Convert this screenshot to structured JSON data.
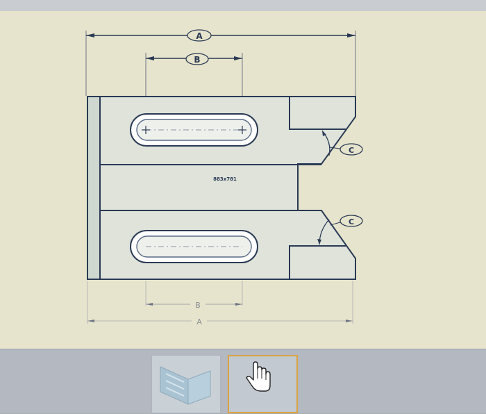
{
  "drawing": {
    "dimensions": {
      "overall_width": "A",
      "slot_length": "B",
      "chamfer_angle": "C",
      "bottom_overall_width": "A",
      "bottom_slot_length": "B"
    },
    "center_note": "883x781"
  },
  "toolbar": {
    "tools": [
      {
        "id": "sheet-tool",
        "icon": "sheet-metal-icon"
      },
      {
        "id": "pan-tool",
        "icon": "hand-pointer-icon",
        "selected": true
      }
    ]
  },
  "colors": {
    "canvas": "#e6e4cc",
    "part_fill": "#dfe3da",
    "line": "#2a3a55",
    "selection": "#d9a441"
  }
}
